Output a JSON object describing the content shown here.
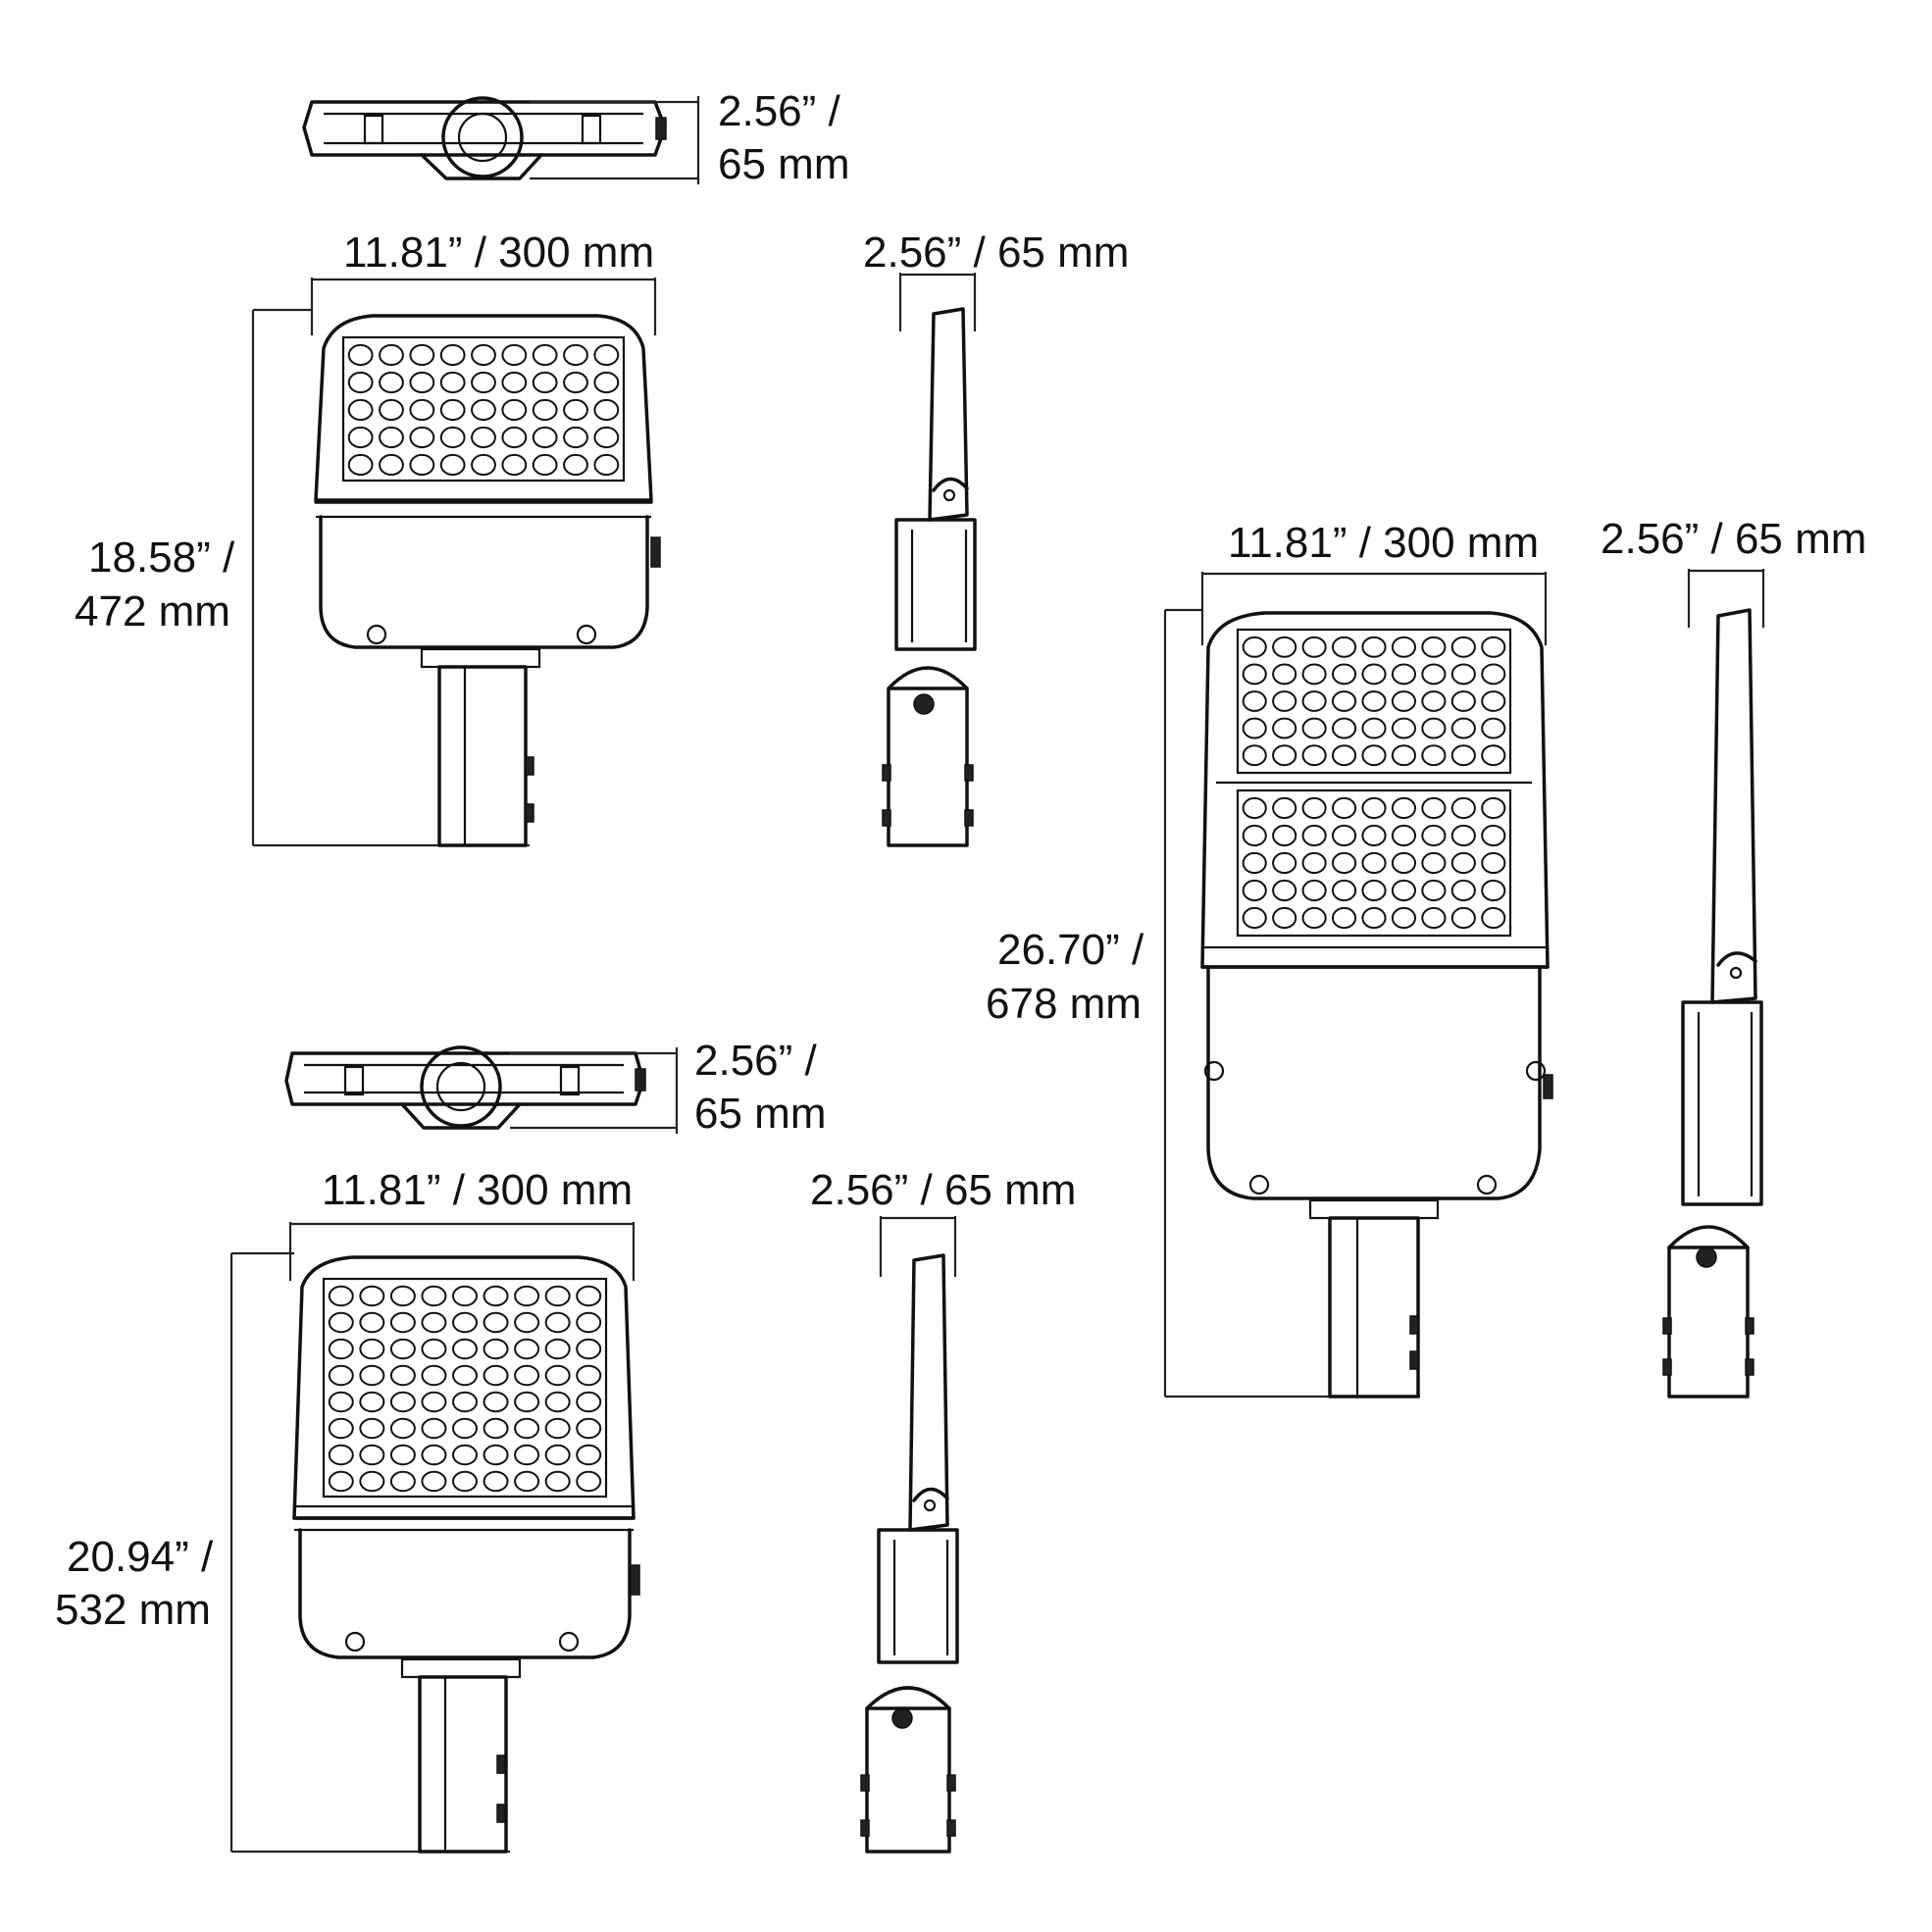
{
  "views": {
    "small": {
      "top_depth": [
        "2.56” /",
        "65 mm"
      ],
      "front_width": "11.81” / 300 mm",
      "front_height": [
        "18.58” /",
        "472 mm"
      ],
      "side_depth": "2.56” / 65 mm",
      "led_rows": 5,
      "led_cols": 9
    },
    "medium": {
      "top_depth": [
        "2.56” /",
        "65 mm"
      ],
      "front_width": "11.81” / 300 mm",
      "front_height": [
        "20.94” /",
        "532 mm"
      ],
      "side_depth": "2.56” / 65 mm",
      "led_rows": 8,
      "led_cols": 9
    },
    "large": {
      "front_width": "11.81” / 300 mm",
      "front_height": [
        "26.70” /",
        "678 mm"
      ],
      "side_depth": "2.56” / 65 mm",
      "led_rows": 5,
      "led_cols": 9,
      "modules": 2
    }
  }
}
